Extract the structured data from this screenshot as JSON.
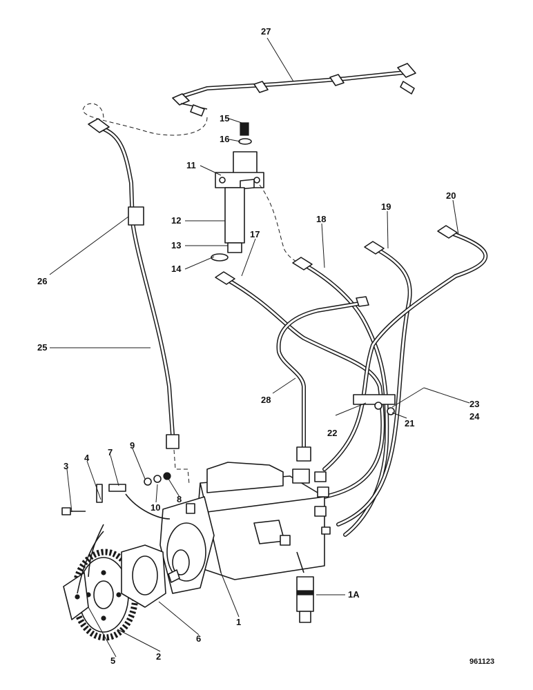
{
  "callouts": [
    {
      "id": "27",
      "text": "27"
    },
    {
      "id": "15",
      "text": "15"
    },
    {
      "id": "16",
      "text": "16"
    },
    {
      "id": "11",
      "text": "11"
    },
    {
      "id": "12",
      "text": "12"
    },
    {
      "id": "13",
      "text": "13"
    },
    {
      "id": "14",
      "text": "14"
    },
    {
      "id": "26",
      "text": "26"
    },
    {
      "id": "25",
      "text": "25"
    },
    {
      "id": "17",
      "text": "17"
    },
    {
      "id": "18",
      "text": "18"
    },
    {
      "id": "19",
      "text": "19"
    },
    {
      "id": "20",
      "text": "20"
    },
    {
      "id": "28",
      "text": "28"
    },
    {
      "id": "22",
      "text": "22"
    },
    {
      "id": "21",
      "text": "21"
    },
    {
      "id": "23",
      "text": "23"
    },
    {
      "id": "24",
      "text": "24"
    },
    {
      "id": "3",
      "text": "3"
    },
    {
      "id": "4",
      "text": "4"
    },
    {
      "id": "7",
      "text": "7"
    },
    {
      "id": "9",
      "text": "9"
    },
    {
      "id": "10",
      "text": "10"
    },
    {
      "id": "8",
      "text": "8"
    },
    {
      "id": "1",
      "text": "1"
    },
    {
      "id": "1A",
      "text": "1A"
    },
    {
      "id": "5",
      "text": "5"
    },
    {
      "id": "2",
      "text": "2"
    },
    {
      "id": "6",
      "text": "6"
    }
  ],
  "drawing_ref": "961123"
}
